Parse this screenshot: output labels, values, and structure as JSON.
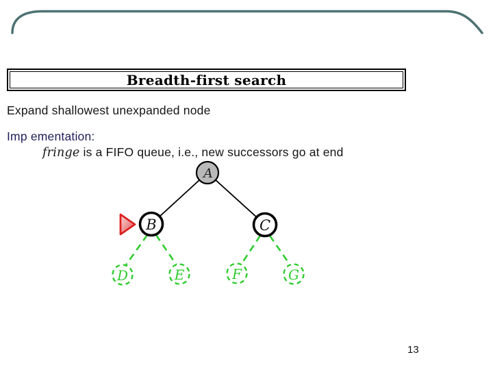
{
  "slide": {
    "title": "Breadth-first search",
    "body_line1": "Expand shallowest unexpanded node",
    "implementation_label": "Imp ementation:",
    "fringe_word": "fringe",
    "fringe_rest": " is a FIFO queue, i.e., new successors go at end",
    "page_number": "13"
  },
  "tree": {
    "nodes": [
      {
        "label": "A"
      },
      {
        "label": "B"
      },
      {
        "label": "C"
      },
      {
        "label": "D"
      },
      {
        "label": "E"
      },
      {
        "label": "F"
      },
      {
        "label": "G"
      }
    ]
  },
  "colors": {
    "top_border_teal": "#4e7272",
    "implementation_navy": "#1e1e5a",
    "expanded_node_fill": "#b9b9b9",
    "frontier_green": "#2ecc2e",
    "pointer_red": "#dd2222",
    "pointer_fill_light": "#f8d8d8",
    "pointer_fill_dark": "#e05050"
  }
}
